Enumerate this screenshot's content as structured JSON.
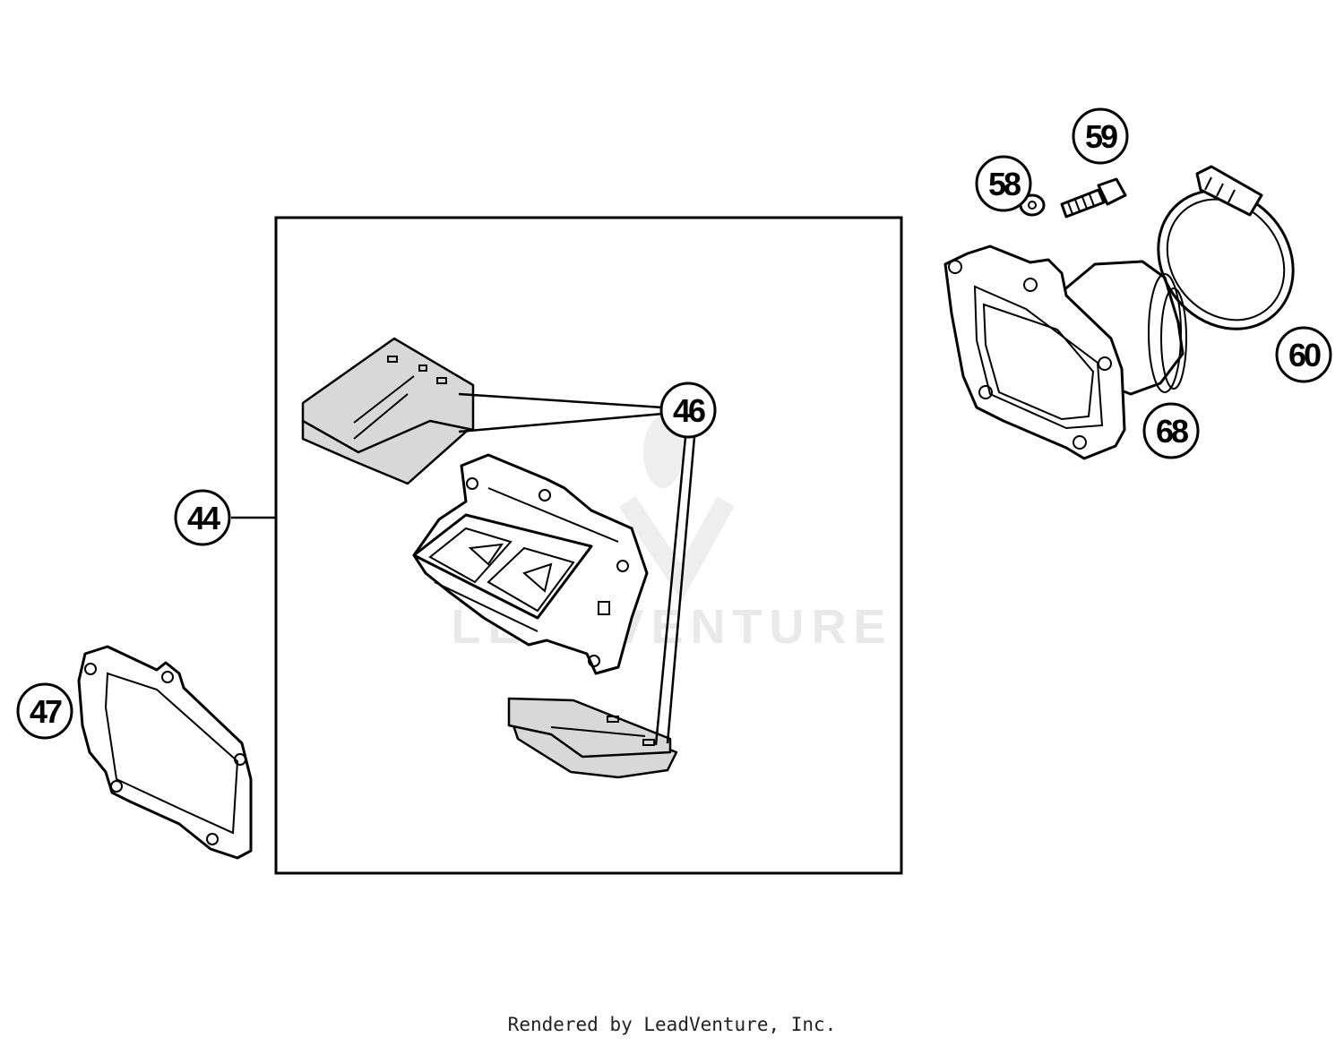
{
  "callouts": {
    "c44": "44",
    "c46": "46",
    "c47": "47",
    "c58": "58",
    "c59": "59",
    "c60": "60",
    "c68": "68"
  },
  "watermark": "LEADVENTURE",
  "footer": "Rendered by LeadVenture, Inc."
}
